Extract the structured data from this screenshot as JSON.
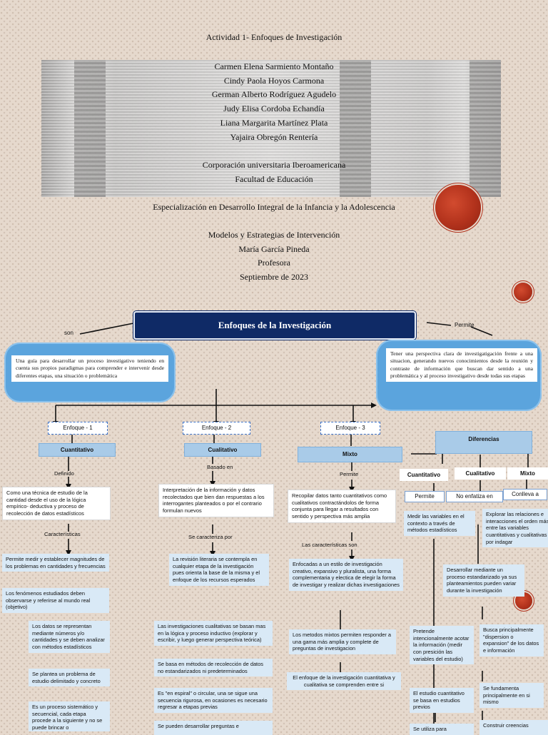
{
  "header": {
    "activity": "Actividad 1- Enfoques de Investigación",
    "authors": [
      "Carmen Elena Sarmiento Montaño",
      "Cindy Paola Hoyos Carmona",
      "German Alberto Rodríguez Agudelo",
      "Judy Elisa Cordoba Echandía",
      "Liana Margarita Martínez Plata",
      "Yajaira Obregón Rentería"
    ],
    "institution": "Corporación universitaria Iberoamericana",
    "faculty": "Facultad de Educación",
    "specialization": "Especialización en Desarrollo Integral de la Infancia y la Adolescencia",
    "course": "Modelos y Estrategias de Intervención",
    "professor_name": "María García Pineda",
    "professor_role": "Profesora",
    "date": "Septiembre de 2023"
  },
  "diagram": {
    "title": "Enfoques de la Investigación",
    "label_son": "son",
    "label_permite": "Permite",
    "left_def": "Una guía para desarrollar un proceso investigativo teniendo en cuenta sus propios paradigmas para comprender e intervenir desde diferentes etapas, una situación o problemática",
    "right_def": "Tener una perspectiva clara de investigatigación frente a una situacion, generando nuevos conocimientos desde la reunión y contraste de información que buscan dar sentido a una problemática y al proceso investigativo desde todas sus etapas",
    "enfoque1": {
      "tag": "Enfoque - 1",
      "name": "Cuantitativo",
      "definido": "Definido",
      "definition": "Como una técnica de estudio de la cantidad desde el uso de la lógica empírico- deductiva y proceso de recolección de datos estadísticos",
      "caracteristicas": "Características",
      "items": [
        "Permite medir y establecer magnitudes de los problemas en cantidades y frecuencias",
        "Los fenómenos estudiados deben observarse y referirse al mundo real (objetivo)",
        "Los datos se representan mediante números y/o cantidades y se deben analizar con métodos estadísticos",
        "Se plantea un problema de estudio delimitado y concreto",
        "Es un proceso sistemático y secuencial, cada etapa procede a la siguiente y no se puede brincar o"
      ]
    },
    "enfoque2": {
      "tag": "Enfoque - 2",
      "name": "Cualitativo",
      "basado": "Basado en",
      "definition": "Interpretación de la información y datos recolectados que bien dan respuestas a los interrogantes planteados o por el contrario formulan nuevos",
      "se_caracteriza": "Se caracteriza por",
      "items": [
        "La revisión literaria se contempla en cualquier etapa de la investigación pues orienta la base de la misma y el enfoque de los recursos esperados",
        "Las investigaciones cualitativas se basan mas en la lógica y proceso inductivo (explorar y escribir, y luego generar perspectiva teórica)",
        "Se basa en métodos de recolección de datos no estandarizados ni predeterminados",
        "Es \"en espiral\" o circular, una se sigue una secuencia rigurosa, en ocasiones es necesario regresar a etapas previas",
        "Se pueden desarrollar preguntas e"
      ]
    },
    "enfoque3": {
      "tag": "Enfoque - 3",
      "name": "Mixto",
      "permite": "Permite",
      "definition": "Recopilar datos tanto cuantitativos como cualitativos contractándolos de forma conjunta para llegar a resultados con sentido y perspectiva más amplia",
      "caracteristicas": "Las características son",
      "items": [
        "Enfocadas a un estilo de investigación creativo, expansivo y pluralista, una forma complementaria y electica de elegir la forma de investigar y realizar dichas investigaciones",
        "Los metodos mixtos permiten responder a una gama más amplia y complete de preguntas de investigacion",
        "El enfoque de la investigación cuantitativa y cualitativa se comprenden entre si"
      ]
    },
    "diferencias": {
      "title": "Diferencias",
      "cols": [
        "Cuantitativo",
        "Cualitativo",
        "Mixto"
      ],
      "links": [
        "Permite",
        "No enfatiza en",
        "Conlleva a"
      ],
      "cuanti_main": "Medir las variables en el contexto a través de métodos estadísticos",
      "cuali_main": "Desarrollar mediante un proceso estandarizado ya sus planteamientos pueden variar durante la investigación",
      "mixto_main": "Explorar las relaciones e interacciones el orden más, entre las variables cuantitativas y cualitativas por indagar",
      "cuanti_items": [
        "Pretende intencionalmente acotar la información (medir con presición las variables del estudio)",
        "El estudio cuantitativo se basa en estudios previos",
        "Se utiliza para"
      ],
      "cuali_items": [
        "Busca principalmente \"dispersion o expansion\" de los datos e información",
        "Se fundamenta principalmente en si mismo",
        "Construir creencias"
      ]
    }
  }
}
